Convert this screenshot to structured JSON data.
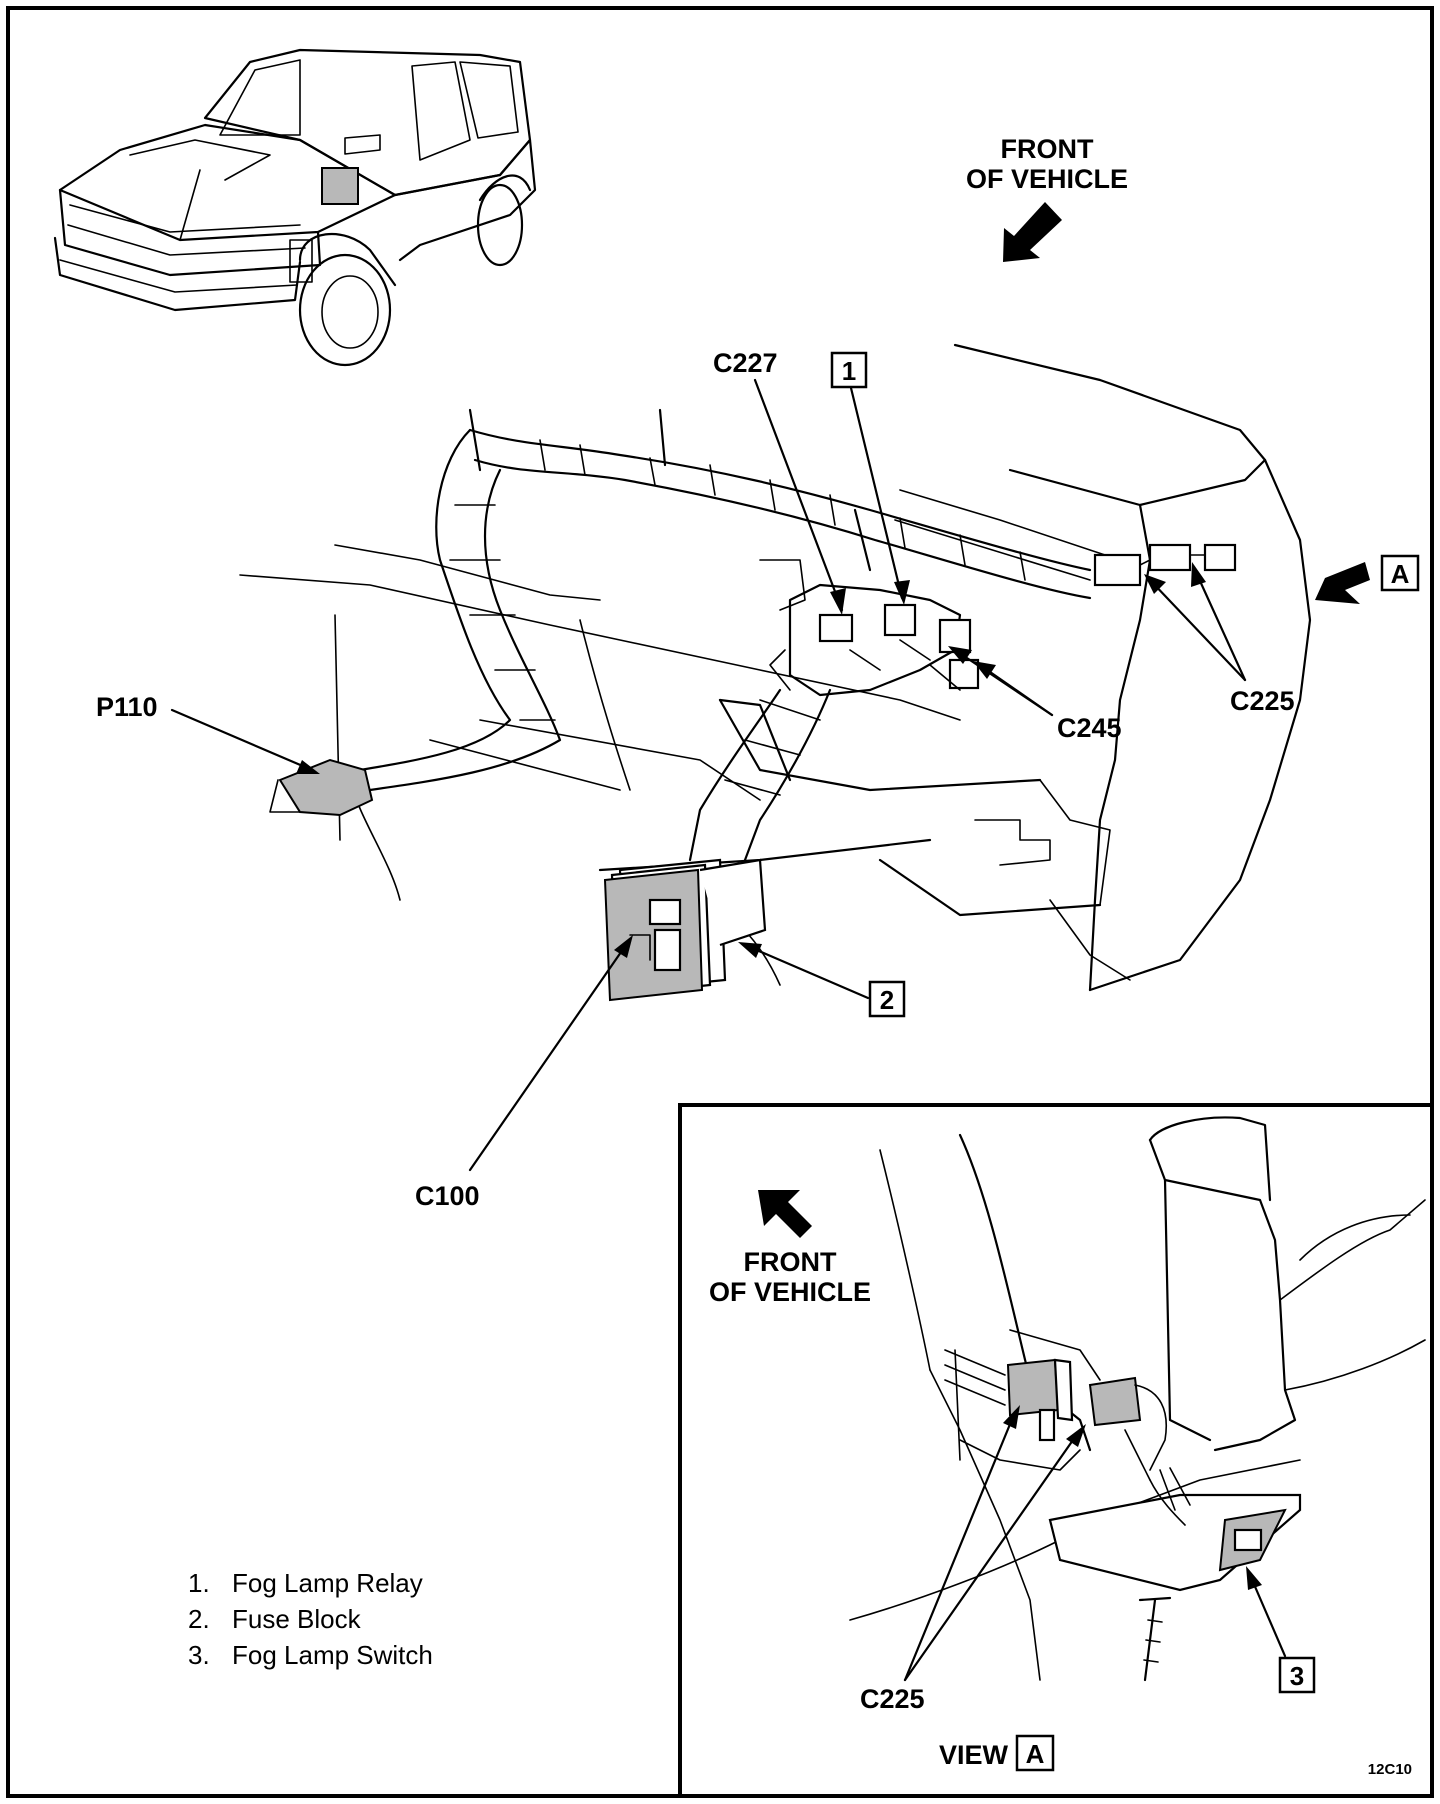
{
  "labels": {
    "front_main_line1": "FRONT",
    "front_main_line2": "OF VEHICLE",
    "c227": "C227",
    "c245": "C245",
    "c225_main": "C225",
    "p110": "P110",
    "c100": "C100",
    "box_1": "1",
    "box_2": "2",
    "box_a": "A"
  },
  "inset": {
    "front_line1": "FRONT",
    "front_line2": "OF VEHICLE",
    "c225": "C225",
    "box_3": "3",
    "view_label": "VIEW",
    "view_box": "A"
  },
  "legend": [
    {
      "num": "1.",
      "text": "Fog Lamp Relay"
    },
    {
      "num": "2.",
      "text": "Fuse Block"
    },
    {
      "num": "3.",
      "text": "Fog Lamp Switch"
    }
  ],
  "figure_code": "12C10"
}
